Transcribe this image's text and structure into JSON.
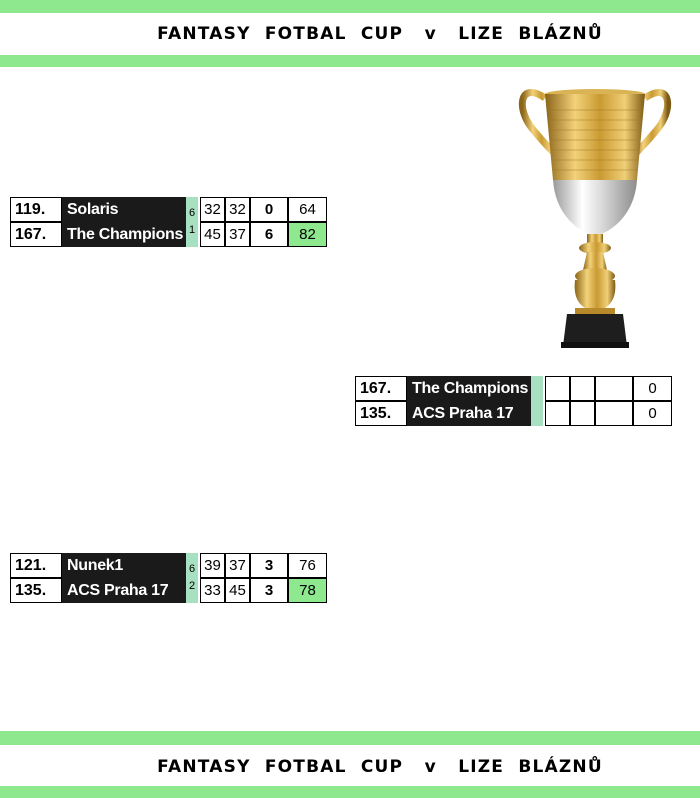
{
  "header": {
    "title": "FANTASY  FOTBAL  CUP   v   LIZE  BLÁZNŮ"
  },
  "footer": {
    "title": "FANTASY  FOTBAL  CUP   v   LIZE  BLÁZNŮ"
  },
  "colors": {
    "band": "#8ee88e",
    "team_bg": "#1a1a1a",
    "bar": "#a8e0c2",
    "winner": "#8ee88e"
  },
  "trophy": {
    "icon": "trophy-icon"
  },
  "matches": [
    {
      "rows": [
        {
          "seed": "119.",
          "team": "Solaris",
          "mark": "6",
          "s1": "32",
          "s2": "32",
          "s3": "0",
          "total": "64",
          "winner": false
        },
        {
          "seed": "167.",
          "team": "The Champions",
          "mark": "1",
          "s1": "45",
          "s2": "37",
          "s3": "6",
          "total": "82",
          "winner": true
        }
      ]
    },
    {
      "rows": [
        {
          "seed": "167.",
          "team": "The Champions",
          "mark": "",
          "s1": "",
          "s2": "",
          "s3": "",
          "total": "0",
          "winner": false
        },
        {
          "seed": "135.",
          "team": "ACS Praha 17",
          "mark": "",
          "s1": "",
          "s2": "",
          "s3": "",
          "total": "0",
          "winner": false
        }
      ]
    },
    {
      "rows": [
        {
          "seed": "121.",
          "team": "Nunek1",
          "mark": "6",
          "s1": "39",
          "s2": "37",
          "s3": "3",
          "total": "76",
          "winner": false
        },
        {
          "seed": "135.",
          "team": "ACS Praha 17",
          "mark": "2",
          "s1": "33",
          "s2": "45",
          "s3": "3",
          "total": "78",
          "winner": true
        }
      ]
    }
  ]
}
